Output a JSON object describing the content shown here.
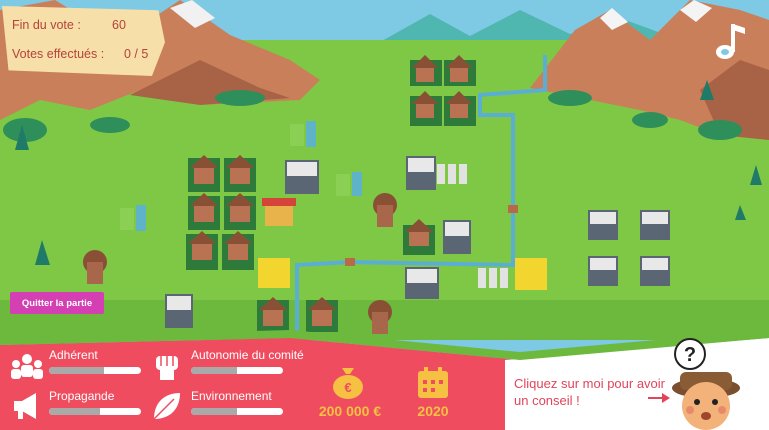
{
  "vote_panel": {
    "end_label": "Fin du vote :",
    "end_value": "60",
    "votes_label": "Votes effectués :",
    "votes_value": "0 / 5"
  },
  "quit_button": "Quitter la partie",
  "stats": [
    {
      "label": "Adhérent",
      "icon": "people-icon",
      "level": 0.6
    },
    {
      "label": "Autonomie du comité",
      "icon": "fist-icon",
      "level": 0.5
    },
    {
      "label": "Propagande",
      "icon": "megaphone-icon",
      "level": 0.55
    },
    {
      "label": "Environnement",
      "icon": "leaf-icon",
      "level": 0.5
    }
  ],
  "money": "200 000 €",
  "year": "2020",
  "advisor": {
    "text": "Cliquez sur moi pour avoir un conseil !",
    "bubble": "?"
  },
  "colors": {
    "grass": "#7ec846",
    "road": "#5aaed4",
    "panel_red": "#ef4c5f",
    "accent_yellow": "#f6c143",
    "quit_pink": "#d43fb3"
  }
}
